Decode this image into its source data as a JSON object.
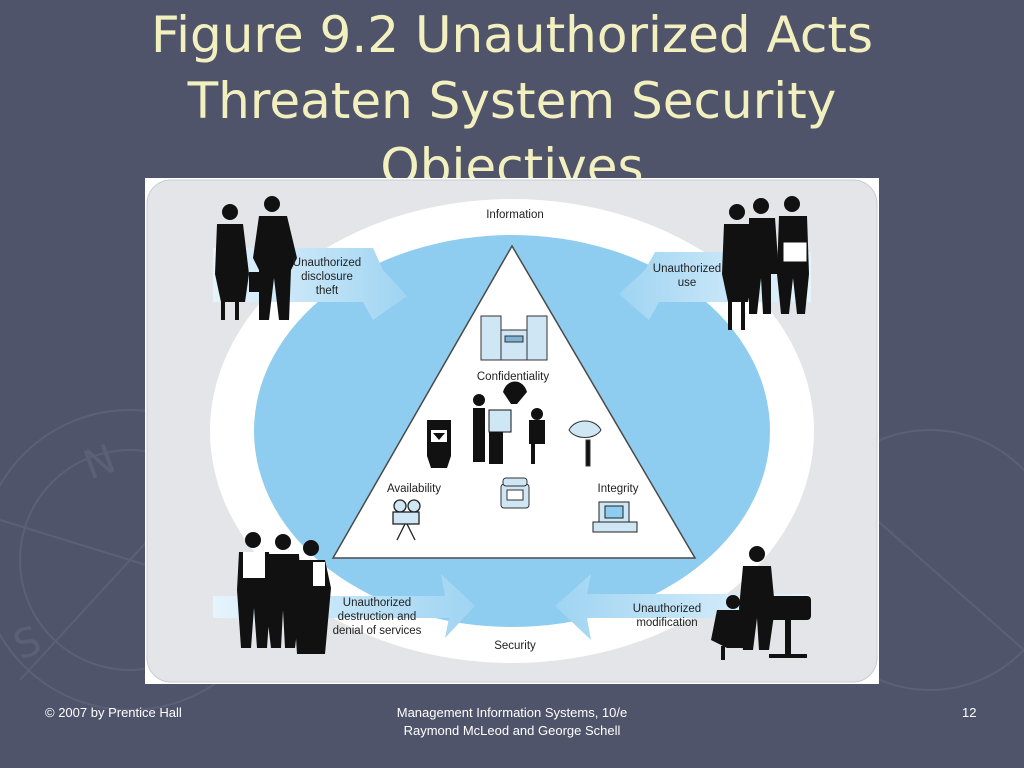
{
  "slide": {
    "title_lines": [
      "Figure 9.2 Unauthorized Acts",
      "Threaten System Security",
      "Objectives"
    ]
  },
  "figure": {
    "center_labels": {
      "top": "Information",
      "bottom": "Security",
      "confidentiality": "Confidentiality",
      "availability": "Availability",
      "integrity": "Integrity"
    },
    "threats": {
      "disclosure": "Unauthorized\ndisclosure\ntheft",
      "use": "Unauthorized\nuse",
      "destruction": "Unauthorized\ndestruction and\ndenial of services",
      "modification": "Unauthorized\nmodification"
    }
  },
  "footer": {
    "copyright": "© 2007 by Prentice Hall",
    "book": "Management Information Systems, 10/e\nRaymond McLeod and George Schell",
    "page_number": "12"
  },
  "colors": {
    "background": "#50546a",
    "title": "#f3f0c0",
    "panel": "#e3e5e8",
    "ellipse": "#8ecdf0",
    "arrow": "#b8e0f7"
  }
}
